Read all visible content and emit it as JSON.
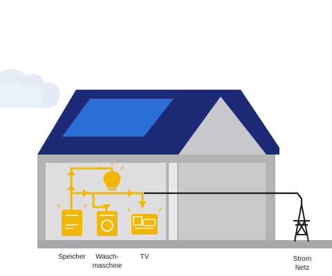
{
  "labels": {
    "storage": "Speicher",
    "washer_line1": "Wasch-",
    "washer_line2": "maschine",
    "tv": "TV",
    "grid_line1": "Strom",
    "grid_line2": "Netz"
  },
  "colors": {
    "roof": "#1e2a78",
    "solar_panel": "#2b6fd6",
    "gable": "#c8c8cc",
    "wall": "#b3b3b6",
    "interior": "#dedee0",
    "ground": "#a8a8ab",
    "energy_flow": "#f2b705",
    "grid_line": "#1a1a1a",
    "moon": "#1e2a78",
    "cloud": "#e3ecf6"
  },
  "icons": [
    "moon-icon",
    "cloud-icon",
    "solar-panel-icon",
    "light-bulb-icon",
    "battery-storage-icon",
    "washing-machine-icon",
    "tv-icon",
    "power-pylon-icon"
  ]
}
